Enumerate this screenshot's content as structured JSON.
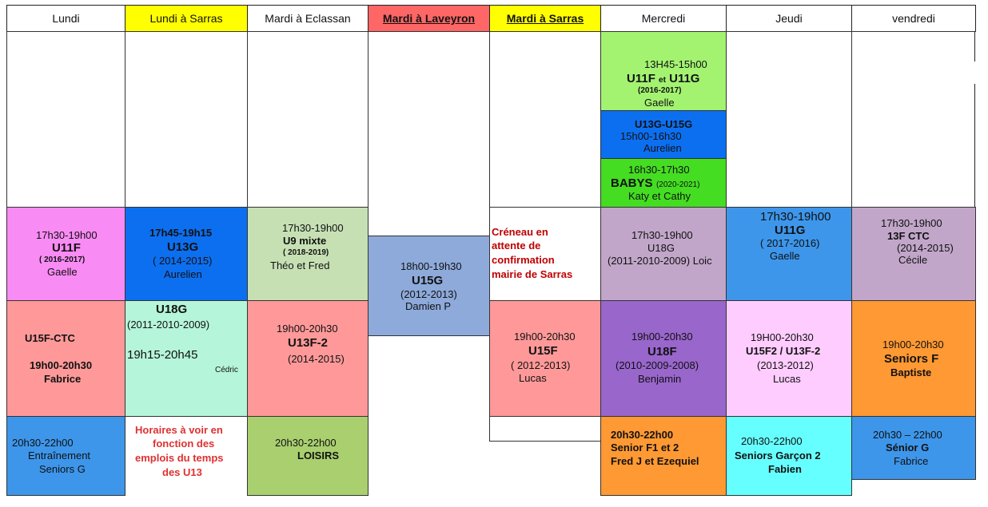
{
  "headers": [
    "Lundi",
    "Lundi à Sarras",
    "Mardi à Eclassan",
    "Mardi à Laveyron",
    "Mardi à Sarras",
    "Mercredi",
    "Jeudi",
    "vendredi"
  ],
  "colors": {
    "pink": "#f98bf4",
    "blue": "#0c6ff0",
    "lightgreen": "#c6e0b4",
    "lightblue": "#8eaadb",
    "green": "#a3f371",
    "brightgreen": "#44dd22",
    "mauve": "#c1a6c9",
    "salmon": "#ff9999",
    "mint": "#b5f5d9",
    "purple": "#9966cc",
    "lightpink": "#ffccff",
    "orange": "#ff9933",
    "skyblue": "#3d96ea",
    "olive": "#a9cf6f",
    "cyan": "#66ffff",
    "yellow": "#ffff00",
    "red": "#ff6666"
  },
  "mercredi_top": {
    "block1": {
      "time": "13H45-15h00",
      "group_a": "U11F",
      "and": "et",
      "group_b": "U11G",
      "years": "(2016-2017)",
      "coach": "Gaelle"
    },
    "block2": {
      "group": "U13G-U15G",
      "time": "15h00-16h30",
      "coach": "Aurelien"
    },
    "block3": {
      "time": "16h30-17h30",
      "group": "BABYS",
      "years": "(2020-2021)",
      "coach": "Katy et Cathy"
    }
  },
  "row2": {
    "lundi": {
      "time": "17h30-19h00",
      "group": "U11F",
      "years": "( 2016-2017)",
      "coach": "Gaelle"
    },
    "lundi_sarras": {
      "time": "17h45-19h15",
      "group": "U13G",
      "years": "( 2014-2015)",
      "coach": "Aurelien"
    },
    "mardi_eclassan": {
      "time": "17h30-19h00",
      "group": "U9 mixte",
      "years": "( 2018-2019)",
      "coach": "Théo et Fred"
    },
    "mardi_laveyron": {
      "time": "18h00-19h30",
      "group": "U15G",
      "years": "(2012-2013)",
      "coach": "Damien P"
    },
    "mardi_sarras": {
      "note_l1": "Créneau en",
      "note_l2": "attente de",
      "note_l3": "confirmation",
      "note_l4": "mairie de Sarras"
    },
    "mercredi": {
      "time": "17h30-19h00",
      "group": "U18G",
      "years": "(2011-2010-2009)  Loic"
    },
    "jeudi": {
      "time": "17h30-19h00",
      "group": "U11G",
      "years": "( 2017-2016)",
      "coach": "Gaelle"
    },
    "vendredi": {
      "time": "17h30-19h00",
      "group": "13F CTC",
      "years": "(2014-2015)",
      "coach": "Cécile"
    }
  },
  "row3": {
    "lundi": {
      "group": "U15F-CTC",
      "time": "19h00-20h30",
      "coach": "Fabrice"
    },
    "lundi_sarras": {
      "group": "U18G",
      "years": "(2011-2010-2009)",
      "time": "19h15-20h45",
      "coach": "Cédric"
    },
    "mardi_eclassan": {
      "time": "19h00-20h30",
      "group": "U13F-2",
      "years": "(2014-2015)"
    },
    "mardi_sarras": {
      "time": "19h00-20h30",
      "group": "U15F",
      "years": "( 2012-2013)",
      "coach": "Lucas"
    },
    "mercredi": {
      "time": "19h00-20h30",
      "group": "U18F",
      "years": "(2010-2009-2008)",
      "coach": "Benjamin"
    },
    "jeudi": {
      "time": "19H00-20h30",
      "group": "U15F2 / U13F-2",
      "years": "(2013-2012)",
      "coach": "Lucas"
    },
    "vendredi": {
      "time": "19h00-20h30",
      "group": "Seniors F",
      "coach": "Baptiste"
    }
  },
  "row4": {
    "lundi": {
      "time": "20h30-22h00",
      "l2": "Entraînement",
      "l3": "Seniors G"
    },
    "lundi_sarras": {
      "l1": "Horaires à voir en",
      "l2": "fonction des",
      "l3": "emplois du temps",
      "l4": "des U13"
    },
    "mardi_eclassan": {
      "time": "20h30-22h00",
      "group": "LOISIRS"
    },
    "mercredi": {
      "time": "20h30-22h00",
      "l2": "Senior F1 et 2",
      "l3": "Fred J et Ezequiel"
    },
    "jeudi": {
      "time": "20h30-22h00",
      "l2": "Seniors Garçon 2",
      "l3": "Fabien"
    },
    "vendredi": {
      "time": "20h30 – 22h00",
      "group": "Sénior G",
      "coach": "Fabrice"
    }
  }
}
